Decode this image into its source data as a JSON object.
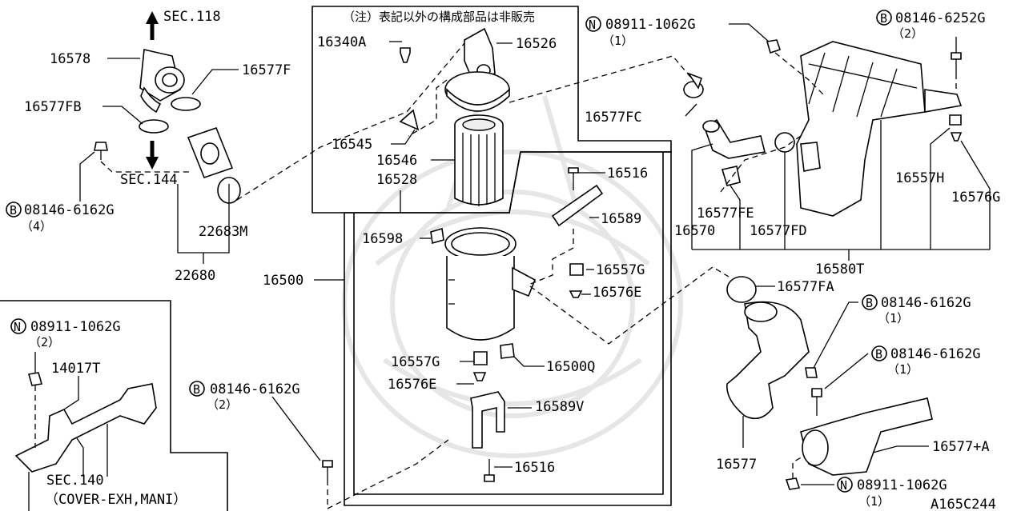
{
  "note_jp": "（注）表記以外の構成部品は非販売",
  "diagram_code": "A165C244",
  "labels": {
    "sec118": "SEC.118",
    "sec144": "SEC.144",
    "p16578": "16578",
    "p16577F": "16577F",
    "p16577FB": "16577FB",
    "b08146_6162G_4": "08146-6162G",
    "qty4": "（4）",
    "p22683M": "22683M",
    "p22680": "22680",
    "p16340A": "16340A",
    "p16526": "16526",
    "p16545": "16545",
    "p16546": "16546",
    "p16528": "16528",
    "p16500": "16500",
    "p16516a": "16516",
    "p16589": "16589",
    "p16598": "16598",
    "p16557G_a": "16557G",
    "p16576E_a": "16576E",
    "p16557G_b": "16557G",
    "p16576E_b": "16576E",
    "p16500Q": "16500Q",
    "p16589V": "16589V",
    "p16516b": "16516",
    "n08911_1062G_1": "08911-1062G",
    "qty1a": "（1）",
    "b08146_6252G": "08146-6252G",
    "qty2a": "（2）",
    "p16577FC": "16577FC",
    "p16557H": "16557H",
    "p16576G": "16576G",
    "p16577FE": "16577FE",
    "p16570": "16570",
    "p16577FD": "16577FD",
    "p16580T": "16580T",
    "p16577FA": "16577FA",
    "b08146_6162G_1a": "08146-6162G",
    "qty1b": "（1）",
    "b08146_6162G_1b": "08146-6162G",
    "qty1c": "（1）",
    "p16577": "16577",
    "p16577A": "16577+A",
    "n08911_1062G_1b": "08911-1062G",
    "qty1d": "（1）",
    "n08911_1062G_2": "08911-1062G",
    "qty2b": "（2）",
    "p14017T": "14017T",
    "sec140": "SEC.140",
    "cover": "（COVER-EXH,MANI）",
    "b08146_6162G_2": "08146-6162G",
    "qty2c": "（2）"
  },
  "symbols": {
    "bolt": "B",
    "nut": "N"
  }
}
